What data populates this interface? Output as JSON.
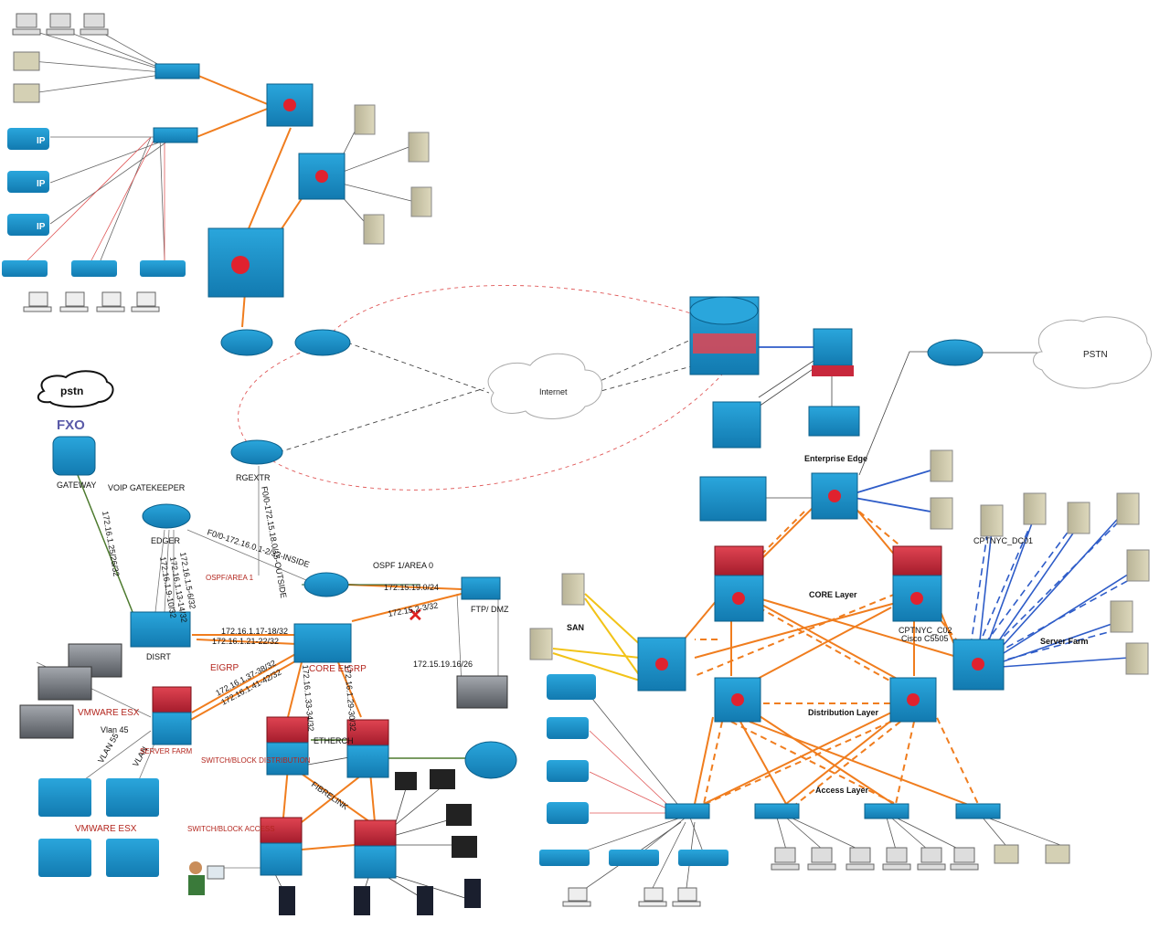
{
  "labels": {
    "pstn_cloud_left": "pstn",
    "fxo": "FXO",
    "gateway": "GATEWAY",
    "voip_gatekeeper": "VOIP GATEKEEPER",
    "edger": "EDGER",
    "rgextr": "RGEXTR",
    "ospf_area1": "OSPF/AREA 1",
    "ospf_area0": "OSPF 1/AREA 0",
    "disrt": "DISRT",
    "eigrp": "EIGRP",
    "core_eigrp": "CORE EIGRP",
    "ftp_dmz": "FTP/ DMZ",
    "vmware_esx_1": "VMWARE ESX",
    "vmware_esx_2": "VMWARE ESX",
    "vlan45": "Vlan 45",
    "vlan55": "VLAN 55",
    "vlan_b": "VLAN",
    "server_farm_left": "SERVER FARM",
    "switch_block_distribution": "SWITCH/BLOCK DISTRIBUTION",
    "switch_block_access": "SWITCH/BLOCK ACCESS",
    "etherch": "ETHERCH",
    "fibrelink": "FIBRELINK",
    "internet": "Internet",
    "pstn_right": "PSTN",
    "enterprise_edge": "Enterprise Edge",
    "core_layer": "CORE Layer",
    "distribution_layer": "Distribution Layer",
    "access_layer": "Access Layer",
    "san": "SAN",
    "server_farm_right": "Server Farm",
    "cptnyc_dc01": "CPTNYC_DC01",
    "cptnyc_c02": "CPTNYC_C02",
    "cisco_c5505": "Cisco C5505"
  },
  "link_labels": {
    "gw_link": "172.16.1.25/26/32",
    "edger_disrt_1": "172.16.1.9-10/32",
    "edger_disrt_2": "172.16.1.13-14/32",
    "edger_disrt_3": "172.16.1.5-6/32",
    "edger_core": "F0/0-172.16.0.1-2/32-INSIDE",
    "rgextr_core": "F0/0-172.15.18.0/15-OUTSIDE",
    "pix_ftp": "172.15.19.0/24",
    "core_ftp": "172.15.2-3/32",
    "disrt_core_1": "172.16.1.17-18/32",
    "disrt_core_2": "172.16.1.21-22/32",
    "sf_core_1": "172.16.1.37-38/32",
    "sf_core_2": "172.16.1.41-42/32",
    "core_dist_1": "172.16.1.33-34/32",
    "core_dist_2": "172.16.1.29-30/32",
    "ftp_net": "172.15.19.16/26"
  },
  "colors": {
    "device_blue": "#1a8fc4",
    "device_dark": "#0b5f8a",
    "core_red": "#c8283c",
    "link_orange": "#f07d1e",
    "link_red": "#e05858",
    "link_blue": "#2e5cc8",
    "link_yellow": "#f2c318",
    "link_green": "#4d7a2e",
    "server_beige": "#c9c4a6"
  }
}
